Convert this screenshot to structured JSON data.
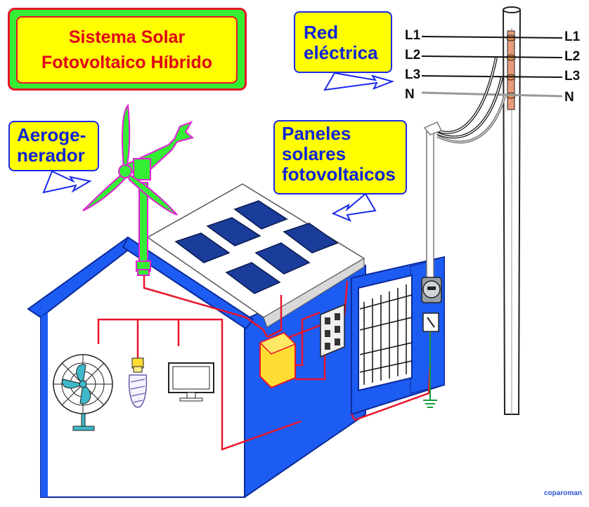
{
  "title": {
    "line1": "Sistema Solar",
    "line2": "Fotovoltaico Híbrido"
  },
  "callouts": {
    "red_electrica": [
      "Red",
      "eléctrica"
    ],
    "aerogenerador": [
      "Aeroge-",
      "nerador"
    ],
    "paneles": [
      "Paneles",
      "solares",
      "fotovoltaicos"
    ]
  },
  "grid_lines": {
    "left": [
      "L1",
      "L2",
      "L3",
      "N"
    ],
    "right": [
      "L1",
      "L2",
      "L3",
      "N"
    ]
  },
  "credit": "coparoman",
  "colors": {
    "house_blue": "#1d5cf2",
    "wire_red": "#e8142a",
    "title_green": "#33ee33",
    "callout_yellow": "#ffff00",
    "callout_text": "#1024d8",
    "turbine_green": "#33ee33",
    "turbine_outline": "#e61ed6"
  }
}
